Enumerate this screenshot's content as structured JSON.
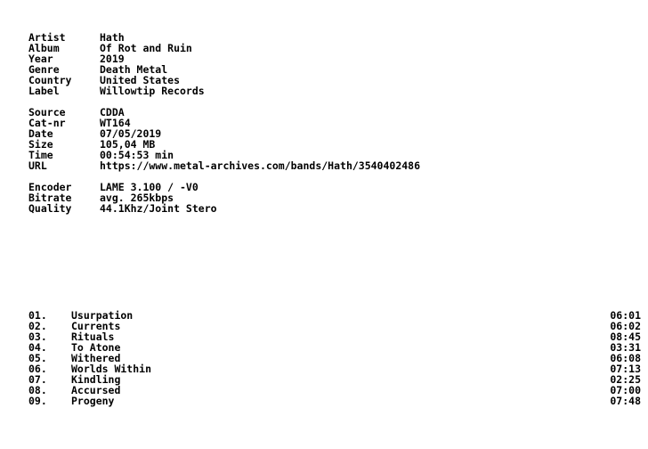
{
  "info": {
    "meta": [
      {
        "label": "Artist",
        "value": "Hath"
      },
      {
        "label": "Album",
        "value": "Of Rot and Ruin"
      },
      {
        "label": "Year",
        "value": "2019"
      },
      {
        "label": "Genre",
        "value": "Death Metal"
      },
      {
        "label": "Country",
        "value": "United States"
      },
      {
        "label": "Label",
        "value": "Willowtip Records"
      }
    ],
    "source": [
      {
        "label": "Source",
        "value": "CDDA"
      },
      {
        "label": "Cat-nr",
        "value": "WT164"
      },
      {
        "label": "Date",
        "value": "07/05/2019"
      },
      {
        "label": "Size",
        "value": "105,04 MB"
      },
      {
        "label": "Time",
        "value": "00:54:53 min"
      },
      {
        "label": "URL",
        "value": "https://www.metal-archives.com/bands/Hath/3540402486"
      }
    ],
    "encoder": [
      {
        "label": "Encoder",
        "value": "LAME 3.100 / -V0"
      },
      {
        "label": "Bitrate",
        "value": "avg. 265kbps"
      },
      {
        "label": "Quality",
        "value": "44.1Khz/Joint Stero"
      }
    ]
  },
  "tracks": [
    {
      "num": "01.",
      "title": "Usurpation",
      "time": "06:01"
    },
    {
      "num": "02.",
      "title": "Currents",
      "time": "06:02"
    },
    {
      "num": "03.",
      "title": "Rituals",
      "time": "08:45"
    },
    {
      "num": "04.",
      "title": "To Atone",
      "time": "03:31"
    },
    {
      "num": "05.",
      "title": "Withered",
      "time": "06:08"
    },
    {
      "num": "06.",
      "title": "Worlds Within",
      "time": "07:13"
    },
    {
      "num": "07.",
      "title": "Kindling",
      "time": "02:25"
    },
    {
      "num": "08.",
      "title": "Accursed",
      "time": "07:00"
    },
    {
      "num": "09.",
      "title": "Progeny",
      "time": "07:48"
    }
  ]
}
